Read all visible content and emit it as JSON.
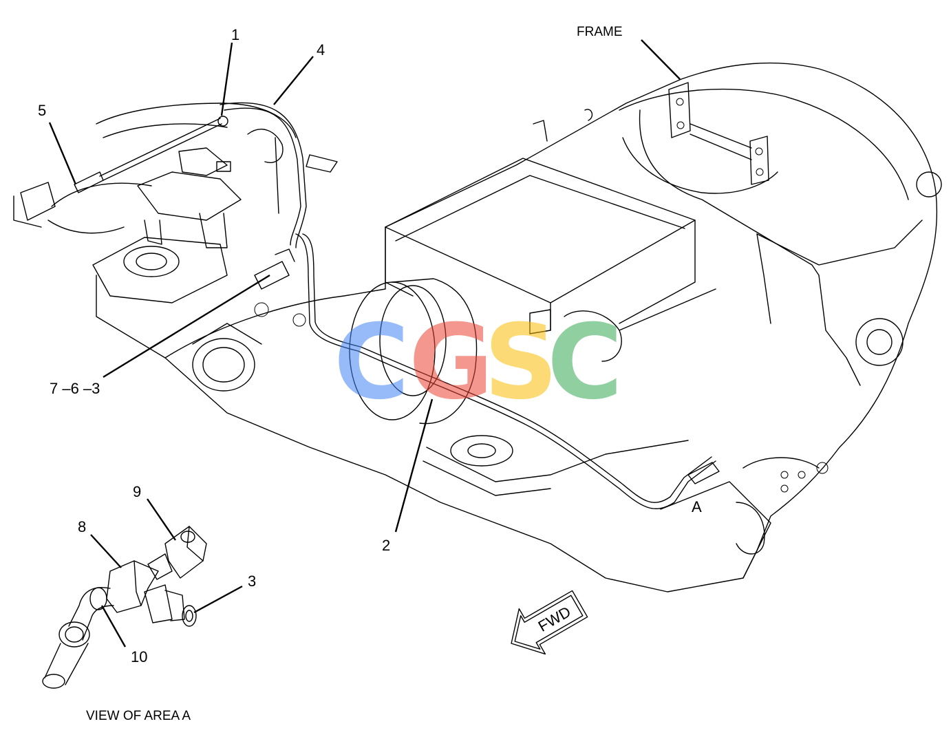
{
  "labels": {
    "frame": "FRAME",
    "c1": "1",
    "c2": "2",
    "c3": "3",
    "c4": "4",
    "c5": "5",
    "c736": "7 –6 –3",
    "c8": "8",
    "c9": "9",
    "c10": "10",
    "area": "A",
    "fwd": "FWD",
    "view_caption": "VIEW OF AREA  A"
  },
  "watermark": {
    "text": "CGSC",
    "letters": [
      "C",
      "G",
      "S",
      "C"
    ],
    "colors": [
      "#4285f4",
      "#ea4335",
      "#fbbc05",
      "#34a853"
    ]
  },
  "colors": {
    "line": "#000000",
    "background": "#ffffff"
  }
}
